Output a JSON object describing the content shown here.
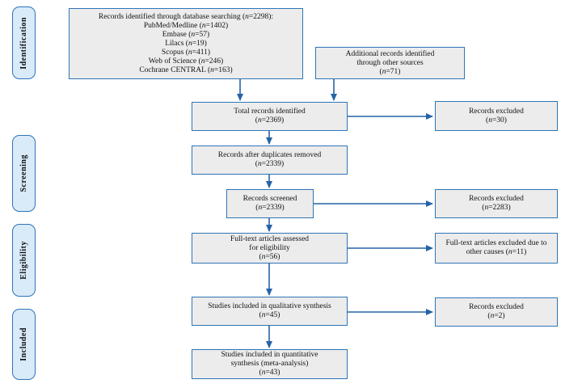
{
  "colors": {
    "background": "#ffffff",
    "box_fill": "#ececec",
    "box_border": "#2e75b6",
    "stage_fill": "#d9eaf9",
    "stage_border": "#2e75b6",
    "arrow": "#2563a8",
    "text": "#111111"
  },
  "diagram": {
    "type": "prisma-flow",
    "stages": [
      {
        "label": "Identification"
      },
      {
        "label": "Screening"
      },
      {
        "label": "Eligibility"
      },
      {
        "label": "Included"
      }
    ],
    "boxes": {
      "database_search": {
        "lines": [
          "Records identified through database searching (n=2298):",
          "PubMed/Medline (n=1402)",
          "Embase (n=57)",
          "Lilacs (n=19)",
          "Scopus (n=411)",
          "Web of Science (n=246)",
          "Cochrane CENTRAL (n=163)"
        ]
      },
      "additional_sources": {
        "lines": [
          "Additional records identified",
          "through other sources",
          "(n=71)"
        ]
      },
      "total_identified": {
        "lines": [
          "Total records identified",
          "(n=2369)"
        ]
      },
      "excluded_initial": {
        "lines": [
          "Records excluded",
          "(n=30)"
        ]
      },
      "after_duplicates": {
        "lines": [
          "Records after duplicates removed",
          "(n=2339)"
        ]
      },
      "screened": {
        "lines": [
          "Records screened",
          "(n=2339)"
        ]
      },
      "excluded_screening": {
        "lines": [
          "Records excluded",
          "(n=2283)"
        ]
      },
      "fulltext_assessed": {
        "lines": [
          "Full-text articles assessed",
          "for eligibility",
          "(n=56)"
        ]
      },
      "fulltext_excluded": {
        "lines": [
          "Full-text articles excluded due to",
          "other causes (n=11)"
        ]
      },
      "qualitative_synthesis": {
        "lines": [
          "Studies included in qualitative synthesis",
          "(n=45)"
        ]
      },
      "excluded_qualitative": {
        "lines": [
          "Records excluded",
          "(n=2)"
        ]
      },
      "quantitative_synthesis": {
        "lines": [
          "Studies included in quantitative",
          "synthesis (meta-analysis)",
          "(n=43)"
        ]
      }
    }
  }
}
